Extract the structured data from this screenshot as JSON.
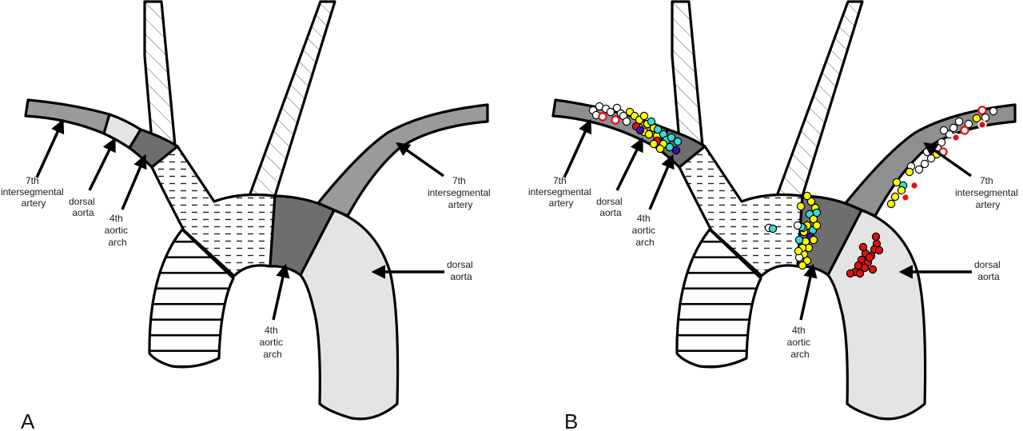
{
  "figure": {
    "panels": [
      {
        "id": "A",
        "letter": "A",
        "labels": {
          "seventh_left": [
            "7th",
            "intersegmental",
            "artery"
          ],
          "dorsal_left": [
            "dorsal",
            "aorta"
          ],
          "fourth_left": [
            "4th",
            "aortic",
            "arch"
          ],
          "seventh_right": [
            "7th",
            "intersegmental",
            "artery"
          ],
          "dorsal_right": [
            "dorsal",
            "aorta"
          ],
          "fourth_bottom": [
            "4th",
            "aortic",
            "arch"
          ]
        }
      },
      {
        "id": "B",
        "letter": "B",
        "labels": {
          "seventh_left": [
            "7th",
            "intersegmental",
            "artery"
          ],
          "dorsal_left": [
            "dorsal",
            "aorta"
          ],
          "fourth_left": [
            "4th",
            "aortic",
            "arch"
          ],
          "seventh_right": [
            "7th",
            "intersegmental",
            "artery"
          ],
          "dorsal_right": [
            "dorsal",
            "aorta"
          ],
          "fourth_bottom": [
            "4th",
            "aortic",
            "arch"
          ]
        }
      }
    ],
    "colors": {
      "seventh_intersegmental": "#9a9a9a",
      "dorsal_aorta": "#e4e4e4",
      "fourth_arch": "#6e6e6e",
      "marker_white": "#ffffff",
      "marker_yellow": "#ffff00",
      "marker_cyan": "#33dddd",
      "marker_red": "#e01010",
      "marker_purple": "#3a10b0"
    },
    "marker_legend": [
      "white",
      "white-red-ring",
      "yellow",
      "cyan",
      "red",
      "purple"
    ]
  }
}
